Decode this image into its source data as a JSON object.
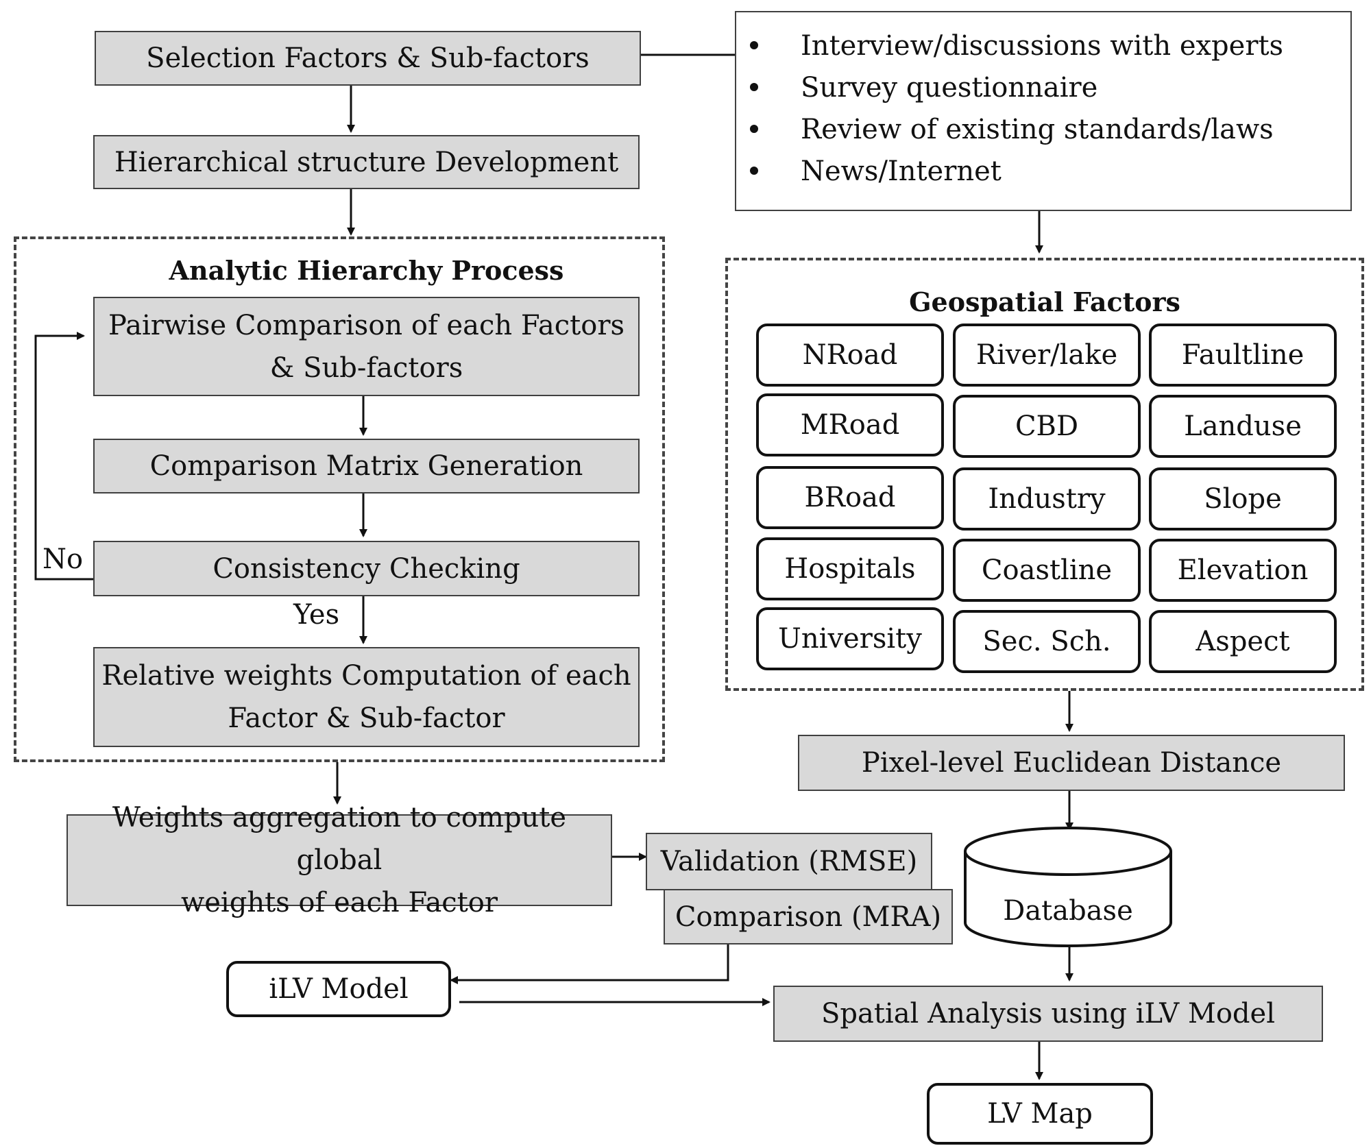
{
  "steps": {
    "selection": "Selection Factors & Sub-factors",
    "hierarchy": "Hierarchical structure Development",
    "ahp_title": "Analytic Hierarchy Process",
    "pairwise_line1": "Pairwise Comparison of each Factors",
    "pairwise_line2": "& Sub-factors",
    "matrix": "Comparison Matrix Generation",
    "consistency": "Consistency Checking",
    "no_label": "No",
    "yes_label": "Yes",
    "relative_line1": "Relative weights Computation of each",
    "relative_line2": "Factor & Sub-factor",
    "aggregation_line1": "Weights aggregation to compute global",
    "aggregation_line2": "weights of each Factor",
    "validation": "Validation (RMSE)",
    "comparison": "Comparison (MRA)",
    "ilv_model": "iLV Model",
    "spatial_analysis": "Spatial Analysis using iLV Model",
    "lv_map": "LV Map",
    "euclidean": "Pixel-level Euclidean Distance",
    "database": "Database"
  },
  "methods": [
    "Interview/discussions with experts",
    "Survey questionnaire",
    "Review of existing standards/laws",
    "News/Internet"
  ],
  "geospatial": {
    "title": "Geospatial Factors",
    "factors": [
      "NRoad",
      "River/lake",
      "Faultline",
      "MRoad",
      "CBD",
      "Landuse",
      "BRoad",
      "Industry",
      "Slope",
      "Hospitals",
      "Coastline",
      "Elevation",
      "University",
      "Sec. Sch.",
      "Aspect"
    ]
  }
}
